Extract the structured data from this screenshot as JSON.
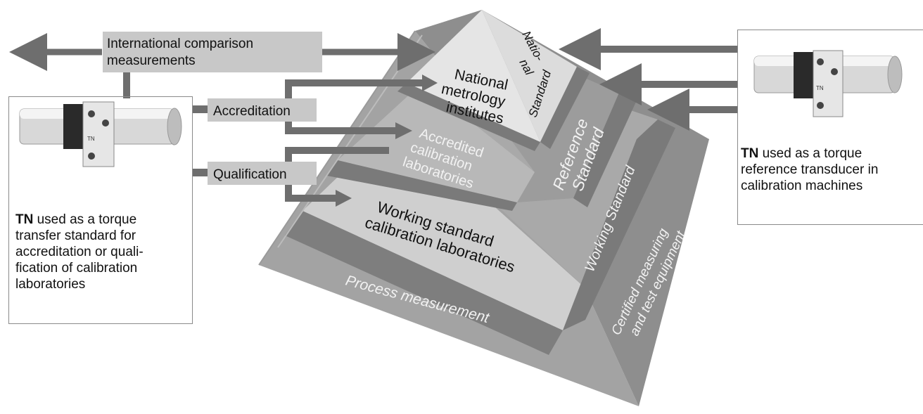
{
  "labels": {
    "international": [
      "International comparison",
      "measurements"
    ],
    "accreditation": "Accreditation",
    "qualification": "Qualification"
  },
  "pyramid": {
    "national_standard": [
      "Natio-",
      "nal",
      "Standard"
    ],
    "national_institutes": [
      "National",
      "metrology",
      "institutes"
    ],
    "reference_standard": [
      "Reference",
      "Standard"
    ],
    "accredited_labs": [
      "Accredited",
      "calibration",
      "laboratories"
    ],
    "working_standard": "Working Standard",
    "working_labs": [
      "Working standard",
      "calibration laboratories"
    ],
    "certified": [
      "Certified measuring",
      "and test equipment"
    ],
    "process": "Process measurement"
  },
  "left_box": {
    "device_label": "TN",
    "caption_bold": "TN",
    "caption_lines": [
      " used as a torque",
      "transfer standard for",
      "accreditation or quali-",
      "fication of calibration",
      "laboratories"
    ]
  },
  "right_box": {
    "device_label": "TN",
    "caption_bold": "TN",
    "caption_lines": [
      " used as a torque",
      "reference transducer in",
      "calibration machines"
    ]
  },
  "colors": {
    "arrow": "#6e6e6e",
    "label_box": "#c8c8c8",
    "apex": "#ebebeb",
    "tier_light": "#d8d8d8",
    "tier_mid": "#b4b4b4",
    "tier_dark": "#9a9a9a",
    "band": "#7a7a7a",
    "right_face": "#8e8e8e"
  }
}
